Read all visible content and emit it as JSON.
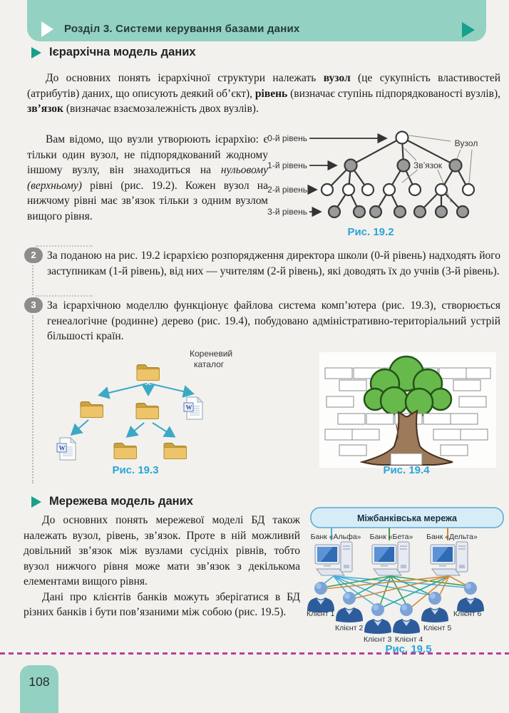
{
  "header": {
    "title": "Розділ 3. Системи керування  базами даних"
  },
  "section1": {
    "heading": "Ієрархічна модель даних",
    "p1": [
      "До основних понять ієрархічної структури належать ",
      "вузол",
      " (це сукупність властивостей (атрибутів) даних, що описують деякий об’єкт), ",
      "рівень",
      " (визначає ступінь підпорядкованості вузлів), ",
      "зв’язок",
      " (визначає взаємозалежність двох вузлів)."
    ],
    "p2": [
      "Вам відомо, що вузли утворюють ієрархію: є тільки один вузол, не підпорядкований жодному іншому вузлу, він знаходиться на ",
      "нульовому (верхньому)",
      " рівні (рис. 19.2). Кожен вузол на нижчому рівні має зв’язок тільки з одним вузлом вищого рівня."
    ]
  },
  "items": [
    {
      "num": "2",
      "text": "За поданою на рис. 19.2 ієрархією розпорядження директора школи (0-й рівень) надходять його заступникам (1-й рівень), від них — учителям (2-й рівень), які доводять їх до учнів (3-й рівень)."
    },
    {
      "num": "3",
      "text": "За ієрархічною моделлю функціонує файлова система комп’ютера (рис. 19.3), створюється генеалогічне (родинне) дерево (рис. 19.4), побудовано адміністративно-територіальний устрій більшості країн."
    }
  ],
  "fig192": {
    "levels": [
      "0-й рівень",
      "1-й рівень",
      "2-й рівень",
      "3-й рівень"
    ],
    "node_label": "Вузол",
    "link_label": "Зв’язок",
    "caption": "Рис. 19.2"
  },
  "fig193": {
    "root_label_line1": "Кореневий",
    "root_label_line2": "каталог",
    "word_icon_letter": "W",
    "caption": "Рис. 19.3"
  },
  "fig194": {
    "caption": "Рис. 19.4"
  },
  "section2": {
    "heading": "Мережева модель даних",
    "p1": "До основних понять мережевої моделі БД також належать вузол, рівень, зв’язок. Проте в ній можливий довільний зв’язок між вузлами сусідніх рівнів, тобто вузол нижчого рівня може мати зв’язок з декількома елементами вищого рівня.",
    "p2": "Дані про клієнтів банків можуть зберігатися в БД різних банків і бути пов’язаними між собою (рис. 19.5)."
  },
  "fig195": {
    "network_label": "Міжбанківська мережа",
    "banks": [
      "Банк «Альфа»",
      "Банк «Бета»",
      "Банк «Дельта»"
    ],
    "clients": [
      "Клієнт 1",
      "Клієнт 2",
      "Клієнт 3",
      "Клієнт 4",
      "Клієнт 5",
      "Клієнт 6"
    ],
    "caption": "Рис. 19.5"
  },
  "page_number": "108",
  "colors": {
    "banner_teal": "#93d1c2",
    "accent_teal": "#17a08c",
    "caption_blue": "#2ba4d9",
    "separator_magenta": "#b5409f",
    "folder_yellow": "#edc469",
    "network_box_fill": "#d6edf8",
    "network_box_border": "#5aa7d3",
    "line_bank_alpha": "#49b0d8",
    "line_bank_beta_green": "#3f9e4d",
    "line_bank_beta_teal": "#2aa79e",
    "line_bank_delta": "#d08a3e"
  }
}
